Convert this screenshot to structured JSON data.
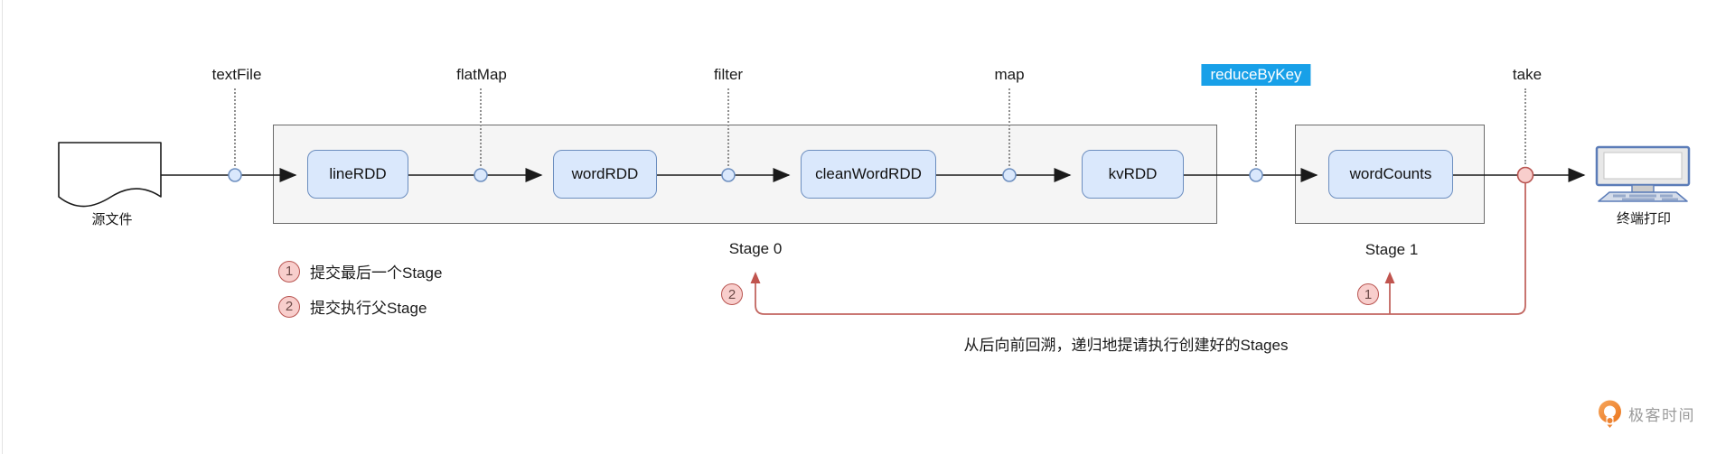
{
  "diagram": {
    "source_label": "源文件",
    "sink_label": "终端打印",
    "operators": [
      {
        "label": "textFile"
      },
      {
        "label": "flatMap"
      },
      {
        "label": "filter"
      },
      {
        "label": "map"
      },
      {
        "label": "reduceByKey"
      },
      {
        "label": "take"
      }
    ],
    "rdds": [
      "lineRDD",
      "wordRDD",
      "cleanWordRDD",
      "kvRDD",
      "wordCounts"
    ],
    "stages": [
      {
        "label": "Stage 0"
      },
      {
        "label": "Stage 1"
      }
    ],
    "legend": [
      {
        "num": "1",
        "text": "提交最后一个Stage"
      },
      {
        "num": "2",
        "text": "提交执行父Stage"
      }
    ],
    "flow_markers": [
      {
        "num": "2"
      },
      {
        "num": "1"
      }
    ],
    "annotation": "从后向前回溯，递归地提请执行创建好的Stages"
  },
  "branding": {
    "name": "极客时间"
  },
  "colors": {
    "rdd_fill": "#dae8fc",
    "rdd_border": "#6c8ebf",
    "stage_fill": "#f5f5f5",
    "stage_border": "#6b6b6b",
    "operator_highlight_bg": "#18a0e8",
    "operator_highlight_text": "#ffffff",
    "narrow_node_fill": "#dae8fc",
    "narrow_node_border": "#6c8ebf",
    "shuffle_node_fill": "#f8cecc",
    "shuffle_node_border": "#b85450",
    "back_arrow": "#c26660",
    "flow_line": "#1a1a1a",
    "brand_orange": "#f08433"
  }
}
